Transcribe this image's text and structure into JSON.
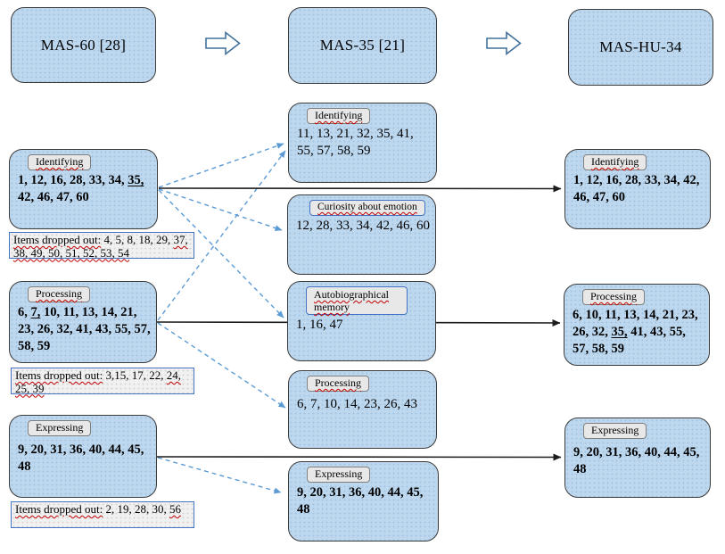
{
  "header": {
    "mas60": "MAS-60 [28]",
    "mas35": "MAS-35 [21]",
    "mashu34": "MAS-HU-34"
  },
  "left": {
    "identifying": {
      "label": "Identifying",
      "pre": "1, 12, 16, 28, 33, 34, ",
      "u": "35,",
      "post": " 42, 46, 47, 60"
    },
    "identifying_dropped": {
      "phrase": "Items dropped out:",
      "line1": " 4, 5, 8, 18, 29, ",
      "line2": "37, 38, 49, 50, 51, 52, 53, 54"
    },
    "processing": {
      "label": "Processing",
      "pre": "6, ",
      "u": "7,",
      "post": " 10, 11, 13, 14, 21, 23, 26, 32, 41, 43, 55, 57, 58, 59"
    },
    "processing_dropped": {
      "phrase": "Items dropped out:",
      "line1": " 3,15, 17, 22, ",
      "line2": "24, 25, 39"
    },
    "expressing": {
      "label": "Expressing",
      "pre": "9, 20, 31, 36, 40, 44, 45, 48",
      "u": "",
      "post": ""
    },
    "expressing_dropped": {
      "phrase": "Items dropped out:",
      "line1": " 2, 19, 28, 30, ",
      "line2": "56"
    }
  },
  "middle": {
    "identifying": {
      "label": "Identifying",
      "text": "11, 13, 21, 32, 35, 41, 55, 57, 58, 59"
    },
    "curiosity": {
      "label": "Curiosity about emotion",
      "text": "12, 28, 33, 34, 42, 46, 60"
    },
    "autobiographical": {
      "label": "Autobiographical memory",
      "text": "1, 16, 47"
    },
    "processing": {
      "label": "Processing",
      "text": "6, 7, 10, 14, 23, 26, 43"
    },
    "expressing": {
      "label": "Expressing",
      "text": "9, 20, 31, 36, 40, 44, 45, 48"
    }
  },
  "right": {
    "identifying": {
      "label": "Identifying",
      "pre": "1, 12, 16, 28, 33, 34, 42, 46, 47, 60",
      "u": "",
      "post": ""
    },
    "processing": {
      "label": "Processing",
      "pre": "6, 10, 11, 13, 14, 21, 23, 26, 32, ",
      "u": "35,",
      "post": " 41, 43, 55, 57, 58, 59"
    },
    "expressing": {
      "label": "Expressing",
      "pre": "9, 20, 31, 36, 40, 44, 45, 48",
      "u": "",
      "post": ""
    }
  },
  "colors": {
    "box_fill": "#BDD7EE",
    "box_border": "#3B3B3B",
    "chip_fill": "#E8E8E8",
    "chip_border": "#7F7F7F",
    "chip_border_alt": "#4472C4",
    "dropped_fill": "#F1F1F1",
    "dropped_border": "#4472C4",
    "dashed_arrow": "#5B9BD5",
    "solid_arrow": "#262626",
    "block_arrow_outline": "#41719C",
    "spellcheck_squiggle": "#C00000"
  }
}
